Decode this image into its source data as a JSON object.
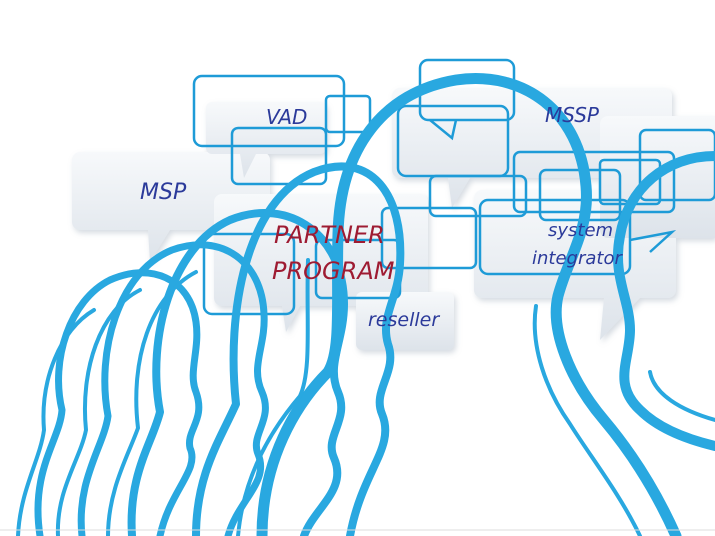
{
  "labels": {
    "vad": "VAD",
    "mssp": "MSSP",
    "msp": "MSP",
    "partner_line1": "PARTNER",
    "partner_line2": "PROGRAM",
    "system_line1": "system",
    "system_line2": "integrator",
    "reseller": "reseller"
  },
  "colors": {
    "background": "#ffffff",
    "head_outline": "#29a8e0",
    "bubble_stroke": "#1e9bd7",
    "bubble_fill": "#e6ebf0",
    "label_blue": "#2b3a9a",
    "label_red": "#9e1b32"
  }
}
